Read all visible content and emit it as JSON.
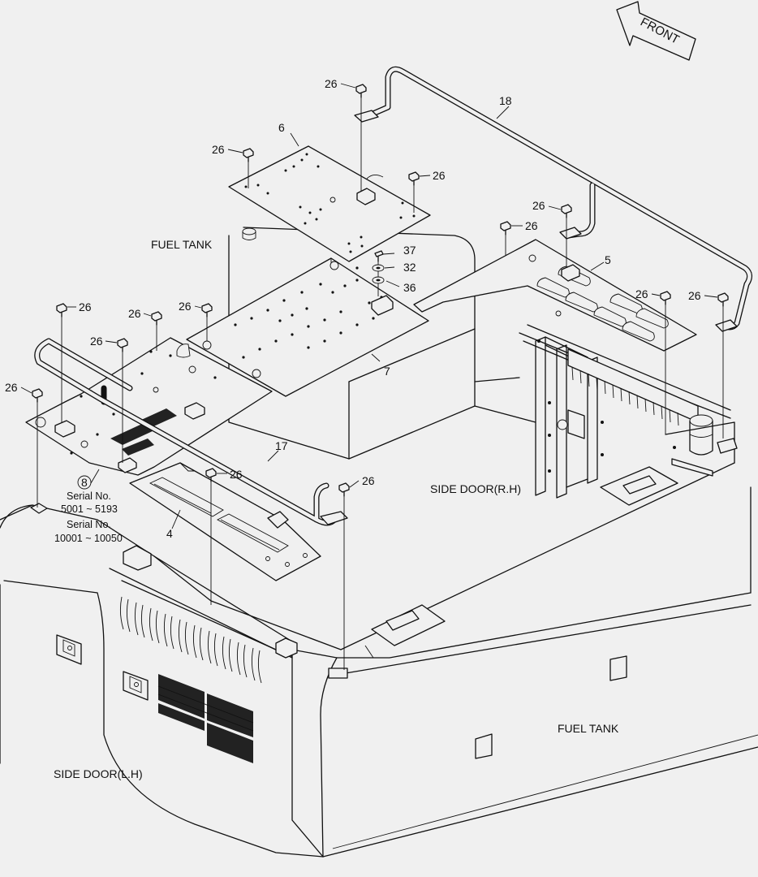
{
  "labels": {
    "front": "FRONT",
    "fuel_tank_upper": "FUEL TANK",
    "fuel_tank_lower": "FUEL TANK",
    "side_door_rh": "SIDE DOOR(R.H)",
    "side_door_lh": "SIDE DOOR(L.H)",
    "serial_1_title": "Serial No.",
    "serial_1_range": "5001 ~ 5193",
    "serial_2_title": "Serial No.",
    "serial_2_range": "10001 ~ 10050"
  },
  "parts": {
    "p4": "4",
    "p5": "5",
    "p6": "6",
    "p7": "7",
    "p8": "8",
    "p17": "17",
    "p18": "18",
    "p32": "32",
    "p36": "36",
    "p37": "37",
    "bolt": "26"
  }
}
